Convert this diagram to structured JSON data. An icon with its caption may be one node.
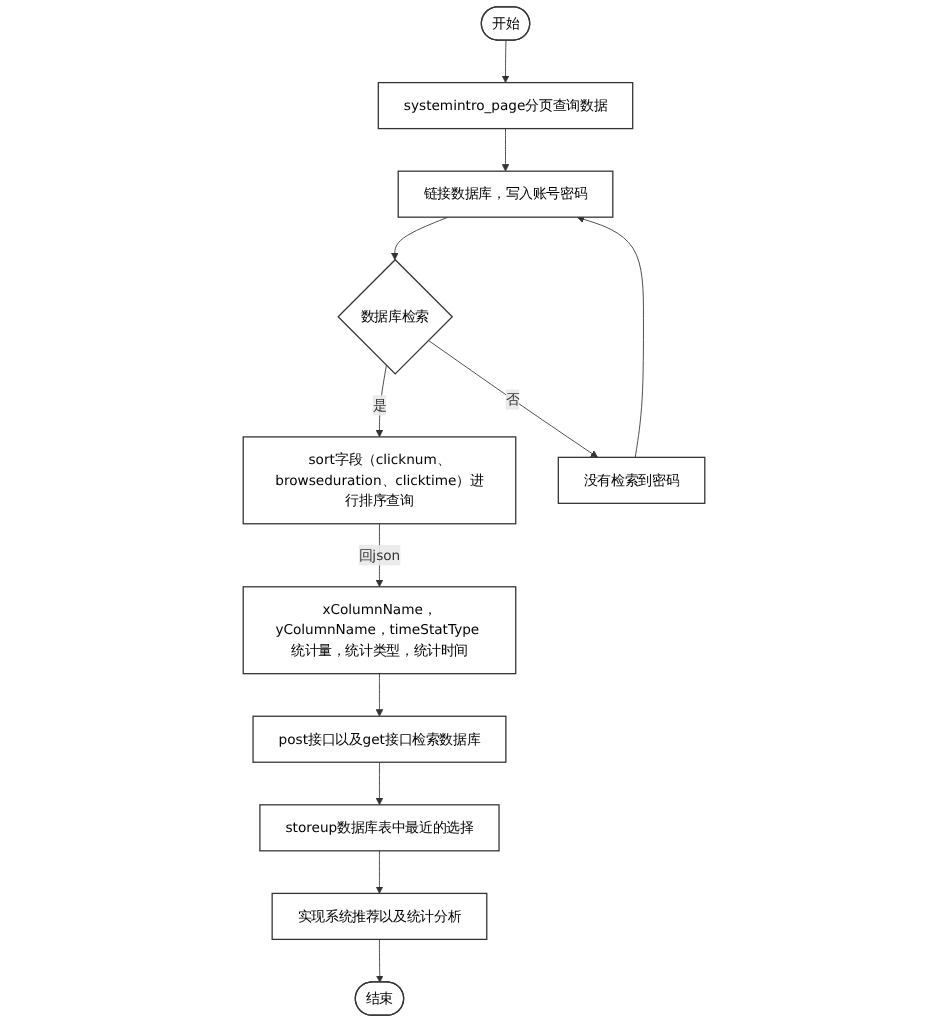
{
  "diagram": {
    "nodes": [
      {
        "text": [
          "开始"
        ]
      },
      {
        "text": [
          "systemintro_page分页查询数据"
        ]
      },
      {
        "text": [
          "链接数据库，写入账号密码"
        ]
      },
      {
        "text": [
          "数据库检索"
        ]
      },
      {
        "text": [
          "没有检索到密码"
        ]
      },
      {
        "text": [
          "sort字段（clicknum、browseduration、clicktime）进行排序查询"
        ]
      },
      {
        "text": [
          "xColumnName，yColumnName，timeStatType 统计量，统计类型，统计时间"
        ]
      },
      {
        "text": [
          "post接口以及get接口检索数据库"
        ]
      },
      {
        "text": [
          "storeup数据库表中最近的选择"
        ]
      },
      {
        "text": [
          "实现系统推荐以及统计分析"
        ]
      },
      {
        "text": [
          "结束"
        ]
      }
    ],
    "edges": [
      {
        "from": 0,
        "to": 1,
        "arrow": "to"
      },
      {
        "from": 1,
        "to": 2,
        "arrow": "to"
      },
      {
        "from": 2,
        "to": 3,
        "arrow": "to"
      },
      {
        "from": 3,
        "to": 5,
        "arrow": "to",
        "label": "是"
      },
      {
        "from": 3,
        "to": 4,
        "arrow": "to",
        "label": "否"
      },
      {
        "from": 4,
        "to": 2,
        "arrow": "to"
      },
      {
        "from": 5,
        "to": 6,
        "arrow": "to",
        "label": "回json"
      },
      {
        "from": 6,
        "to": 7,
        "arrow": "to"
      },
      {
        "from": 7,
        "to": 8,
        "arrow": "to"
      },
      {
        "from": 8,
        "to": 9,
        "arrow": "to"
      },
      {
        "from": 9,
        "to": 10,
        "arrow": "to"
      }
    ]
  }
}
